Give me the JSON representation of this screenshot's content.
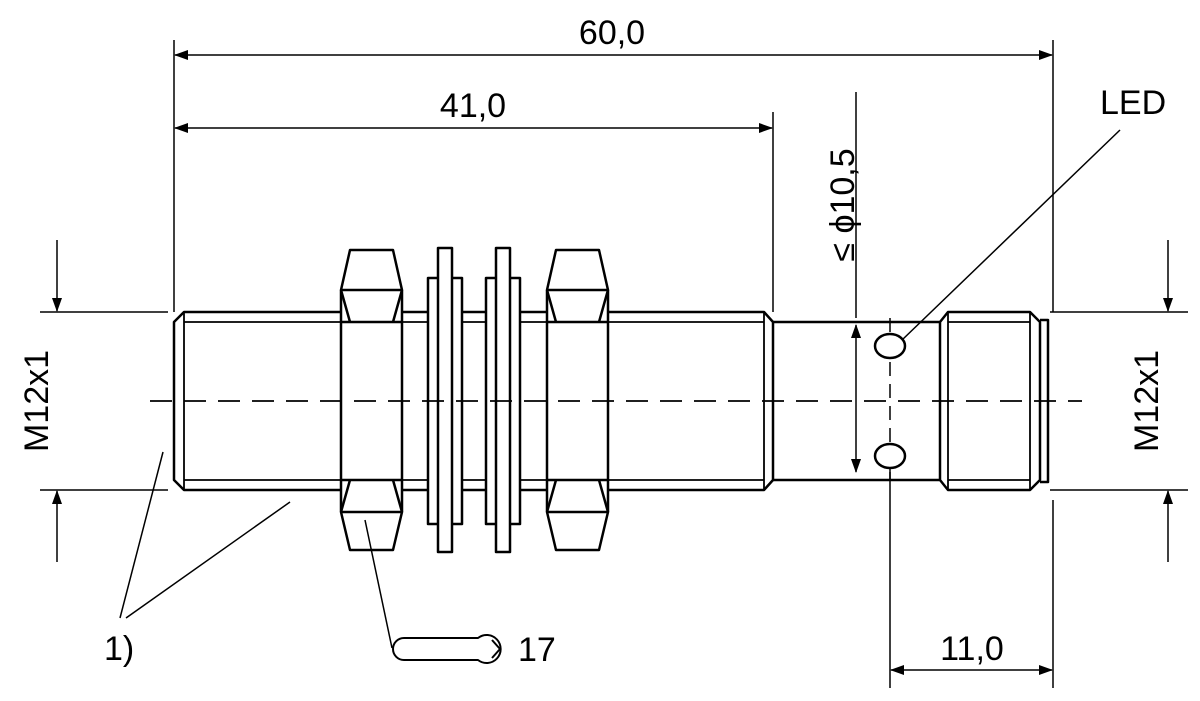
{
  "dimensions": {
    "overall_length": "60,0",
    "thread_length": "41,0",
    "diameter_max": "≤ ϕ10,5",
    "connector_length": "11,0",
    "thread_left": "M12x1",
    "thread_right": "M12x1"
  },
  "labels": {
    "led": "LED",
    "note_ref": "1)",
    "wrench_size": "17"
  },
  "icons": {
    "wrench": "wrench-icon"
  },
  "colors": {
    "line": "#000000",
    "background": "#ffffff"
  }
}
